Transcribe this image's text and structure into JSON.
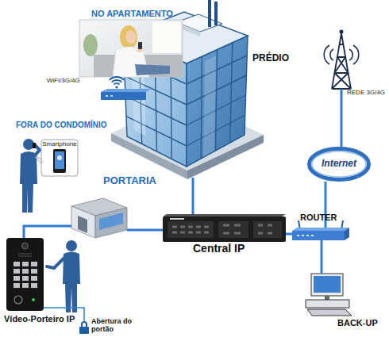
{
  "diagram": {
    "nodes": [
      {
        "text": [
          "NO APARTAMENTO"
        ]
      },
      {
        "text": [
          "WiFi/3G/4G"
        ]
      },
      {
        "text": [
          "PRÉDIO"
        ]
      },
      {
        "text": [
          "REDE 3G/4G"
        ]
      },
      {
        "text": [
          "Internet"
        ]
      },
      {
        "text": [
          "FORA DO CONDOMÍNIO",
          "Smartphone"
        ]
      },
      {
        "text": [
          "PORTARIA"
        ]
      },
      {
        "text": [
          "Central IP"
        ]
      },
      {
        "text": [
          "ROUTER"
        ]
      },
      {
        "text": [
          "Vídeo-Porteiro IP"
        ]
      },
      {
        "text": [
          "Abertura do portão"
        ]
      },
      {
        "text": [
          "BACK-UP"
        ]
      }
    ],
    "edges": [
      {
        "from": 2,
        "to": 7,
        "arrow": "none"
      },
      {
        "from": 6,
        "to": 7,
        "arrow": "none"
      },
      {
        "from": 9,
        "to": 6,
        "arrow": "none"
      },
      {
        "from": 7,
        "to": 8,
        "arrow": "none"
      },
      {
        "from": 8,
        "to": 4,
        "arrow": "none"
      },
      {
        "from": 4,
        "to": 3,
        "arrow": "none"
      },
      {
        "from": 8,
        "to": 11,
        "arrow": "none"
      },
      {
        "from": 9,
        "to": 10,
        "arrow": "none"
      }
    ]
  }
}
